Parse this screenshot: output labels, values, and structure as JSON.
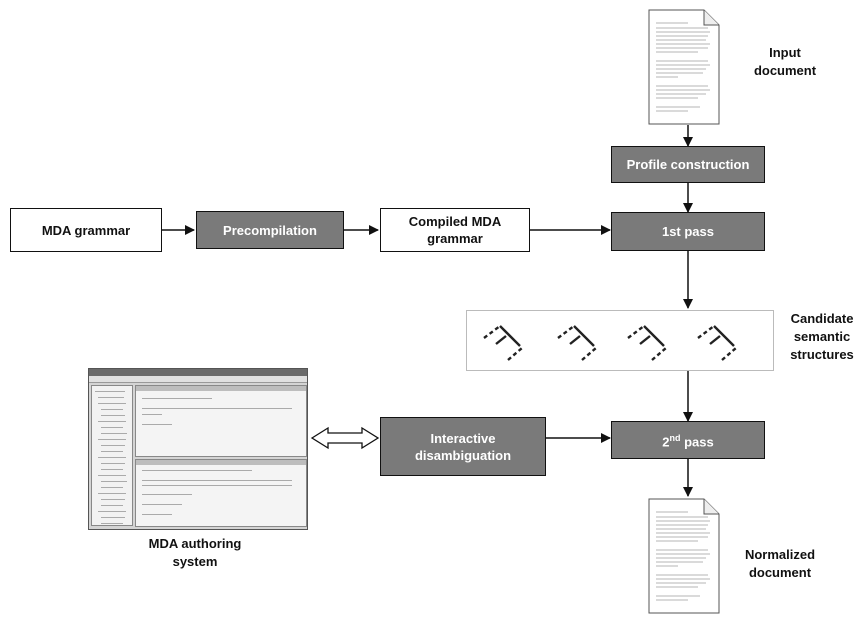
{
  "nodes": {
    "mda_grammar": "MDA grammar",
    "precompilation": "Precompilation",
    "compiled_grammar": "Compiled MDA grammar",
    "profile_construction": "Profile construction",
    "first_pass": "1st pass",
    "second_pass": {
      "base": "2",
      "sup": "nd",
      "rest": " pass"
    },
    "interactive_disambiguation": "Interactive disambiguation"
  },
  "labels": {
    "input_document": "Input document",
    "candidate_structures": "Candidate semantic structures",
    "authoring_system": "MDA authoring system",
    "normalized_document": "Normalized document"
  },
  "colors": {
    "process_fill": "#7a7a7a",
    "data_fill": "#ffffff",
    "line": "#111111"
  }
}
